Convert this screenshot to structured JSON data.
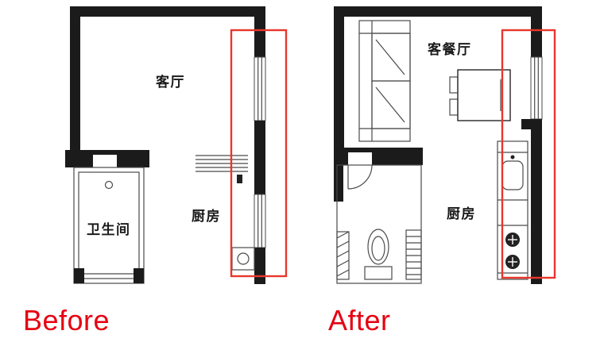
{
  "page": {
    "background": "#ffffff"
  },
  "colors": {
    "page_bg": "#ffffff",
    "wall": "#1b1b1b",
    "outline": "#4a4a4a",
    "highlight_box": "#e8372d",
    "caption": "#e60012",
    "label": "#1a1a1a"
  },
  "before_plan": {
    "caption": "Before",
    "labels": {
      "living_room": "客厅",
      "bathroom": "卫生间",
      "kitchen": "厨房"
    }
  },
  "after_plan": {
    "caption": "After",
    "labels": {
      "living_dining_room": "客餐厅",
      "kitchen": "厨房"
    }
  }
}
